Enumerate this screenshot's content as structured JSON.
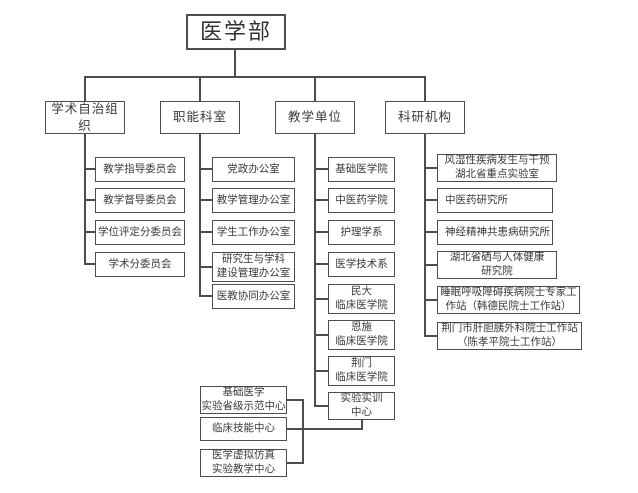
{
  "page": {
    "background_color": "#ffffff",
    "line_color": "#4d4d4d",
    "text_color": "#3a3a3a"
  },
  "org_chart": {
    "root": {
      "label": "医学部"
    },
    "branches": [
      {
        "label": "学术自治组织",
        "children": [
          {
            "label": "教学指导委员会"
          },
          {
            "label": "教学督导委员会"
          },
          {
            "label": "学位评定分委员会"
          },
          {
            "label": "学术分委员会"
          }
        ]
      },
      {
        "label": "职能科室",
        "children": [
          {
            "label": "党政办公室"
          },
          {
            "label": "教学管理办公室"
          },
          {
            "label": "学生工作办公室"
          },
          {
            "label": "研究生与学科\n建设管理办公室"
          },
          {
            "label": "医教协同办公室"
          }
        ]
      },
      {
        "label": "教学单位",
        "children": [
          {
            "label": "基础医学院"
          },
          {
            "label": "中医药学院"
          },
          {
            "label": "护理学系"
          },
          {
            "label": "医学技术系"
          },
          {
            "label": "民大\n临床医学院"
          },
          {
            "label": "恩施\n临床医学院"
          },
          {
            "label": "荆门\n临床医学院"
          },
          {
            "label": "实验实训\n中心"
          }
        ]
      },
      {
        "label": "科研机构",
        "children": [
          {
            "label": "风湿性疾病发生与干预\n湖北省重点实验室"
          },
          {
            "label": "中医药研究所"
          },
          {
            "label": "神经精神共患病研究所"
          },
          {
            "label": "湖北省硒与人体健康\n研究院"
          },
          {
            "label": "睡眠呼吸障碍疾病院士专家工\n作站（韩德民院士工作站）"
          },
          {
            "label": "荆门市肝胆胰外科院士工作站\n（陈孝平院士工作站）"
          }
        ]
      }
    ],
    "training_center_children": [
      {
        "label": "基础医学\n实验省级示范中心"
      },
      {
        "label": "临床技能中心"
      },
      {
        "label": "医学虚拟仿真\n实验教学中心"
      }
    ]
  }
}
